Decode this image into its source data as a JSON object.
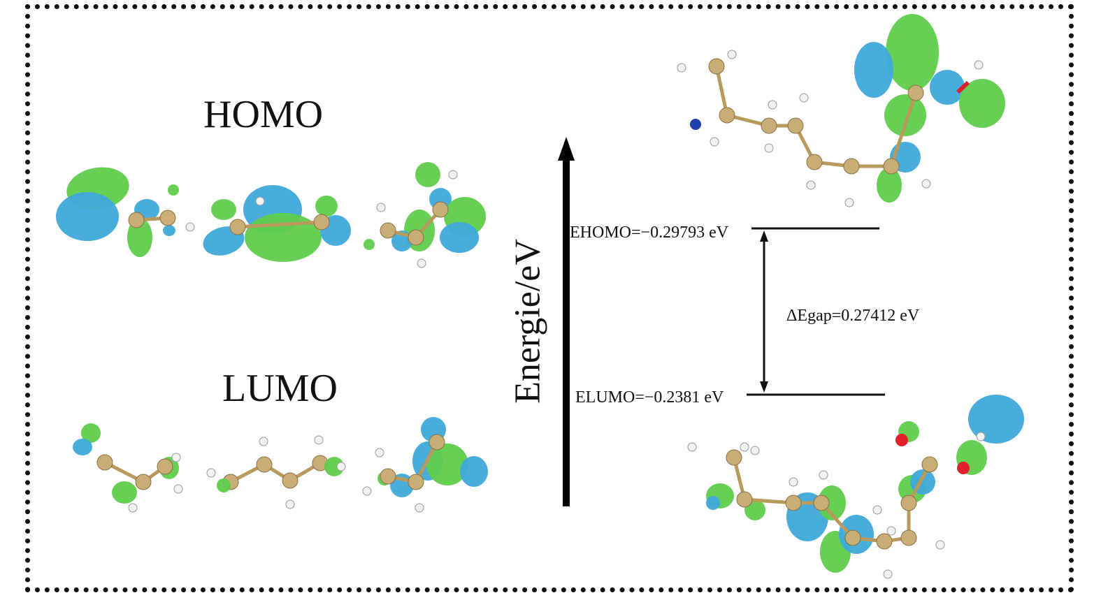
{
  "labels": {
    "homo": "HOMO",
    "lumo": "LUMO",
    "axis": "Energie/eV",
    "ehomo": "EHOMO=−0.29793 eV",
    "elumo": "ELUMO=−0.2381 eV",
    "gap": "ΔEgap=0.27412 eV"
  },
  "energy_levels": {
    "homo_eV": -0.29793,
    "lumo_eV": -0.2381,
    "gap_eV": 0.27412
  },
  "colors": {
    "positive_lobe": "#3fa9d9",
    "negative_lobe": "#5fcd4b",
    "carbon": "#c8ae76",
    "hydrogen": "#f2f2f2",
    "oxygen": "#e0202a",
    "nitrogen": "#2040b0"
  }
}
